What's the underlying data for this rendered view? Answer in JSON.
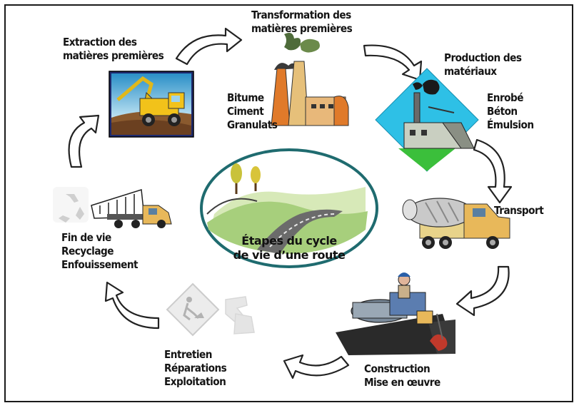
{
  "center": {
    "line1": "Étapes du cycle",
    "line2": "de vie d’une route"
  },
  "stages": {
    "extraction": {
      "line1": "Extraction des",
      "line2": "matières premières"
    },
    "transformation": {
      "line1": "Transformation des",
      "line2": "matières premières",
      "products": [
        "Bitume",
        "Ciment",
        "Granulats"
      ]
    },
    "production": {
      "line1": "Production des",
      "line2": "matériaux",
      "products": [
        "Enrobé",
        "Béton",
        "Émulsion"
      ]
    },
    "transport": {
      "line1": "Transport"
    },
    "construction": {
      "line1": "Construction",
      "line2": "Mise en œuvre"
    },
    "maintenance": {
      "line1": "Entretien",
      "line2": "Réparations",
      "line3": "Exploitation"
    },
    "end_of_life": {
      "line1": "Fin de vie",
      "line2": "Recyclage",
      "line3": "Enfouissement"
    }
  },
  "colors": {
    "frame": "#1a1a1a",
    "ellipse_stroke": "#1f6b6f",
    "arrow_fill": "#ffffff",
    "arrow_stroke": "#222222",
    "diamond": "#2ec0e6",
    "diamond_bottom": "#3bbf3b",
    "truck_yellow": "#f2c21a"
  },
  "icons": [
    "mining-excavator-icon",
    "factory-chimneys-icon",
    "plant-diamond-icon",
    "concrete-mixer-truck-icon",
    "road-roller-icon",
    "road-work-sign-icon",
    "recycling-truck-icon"
  ]
}
